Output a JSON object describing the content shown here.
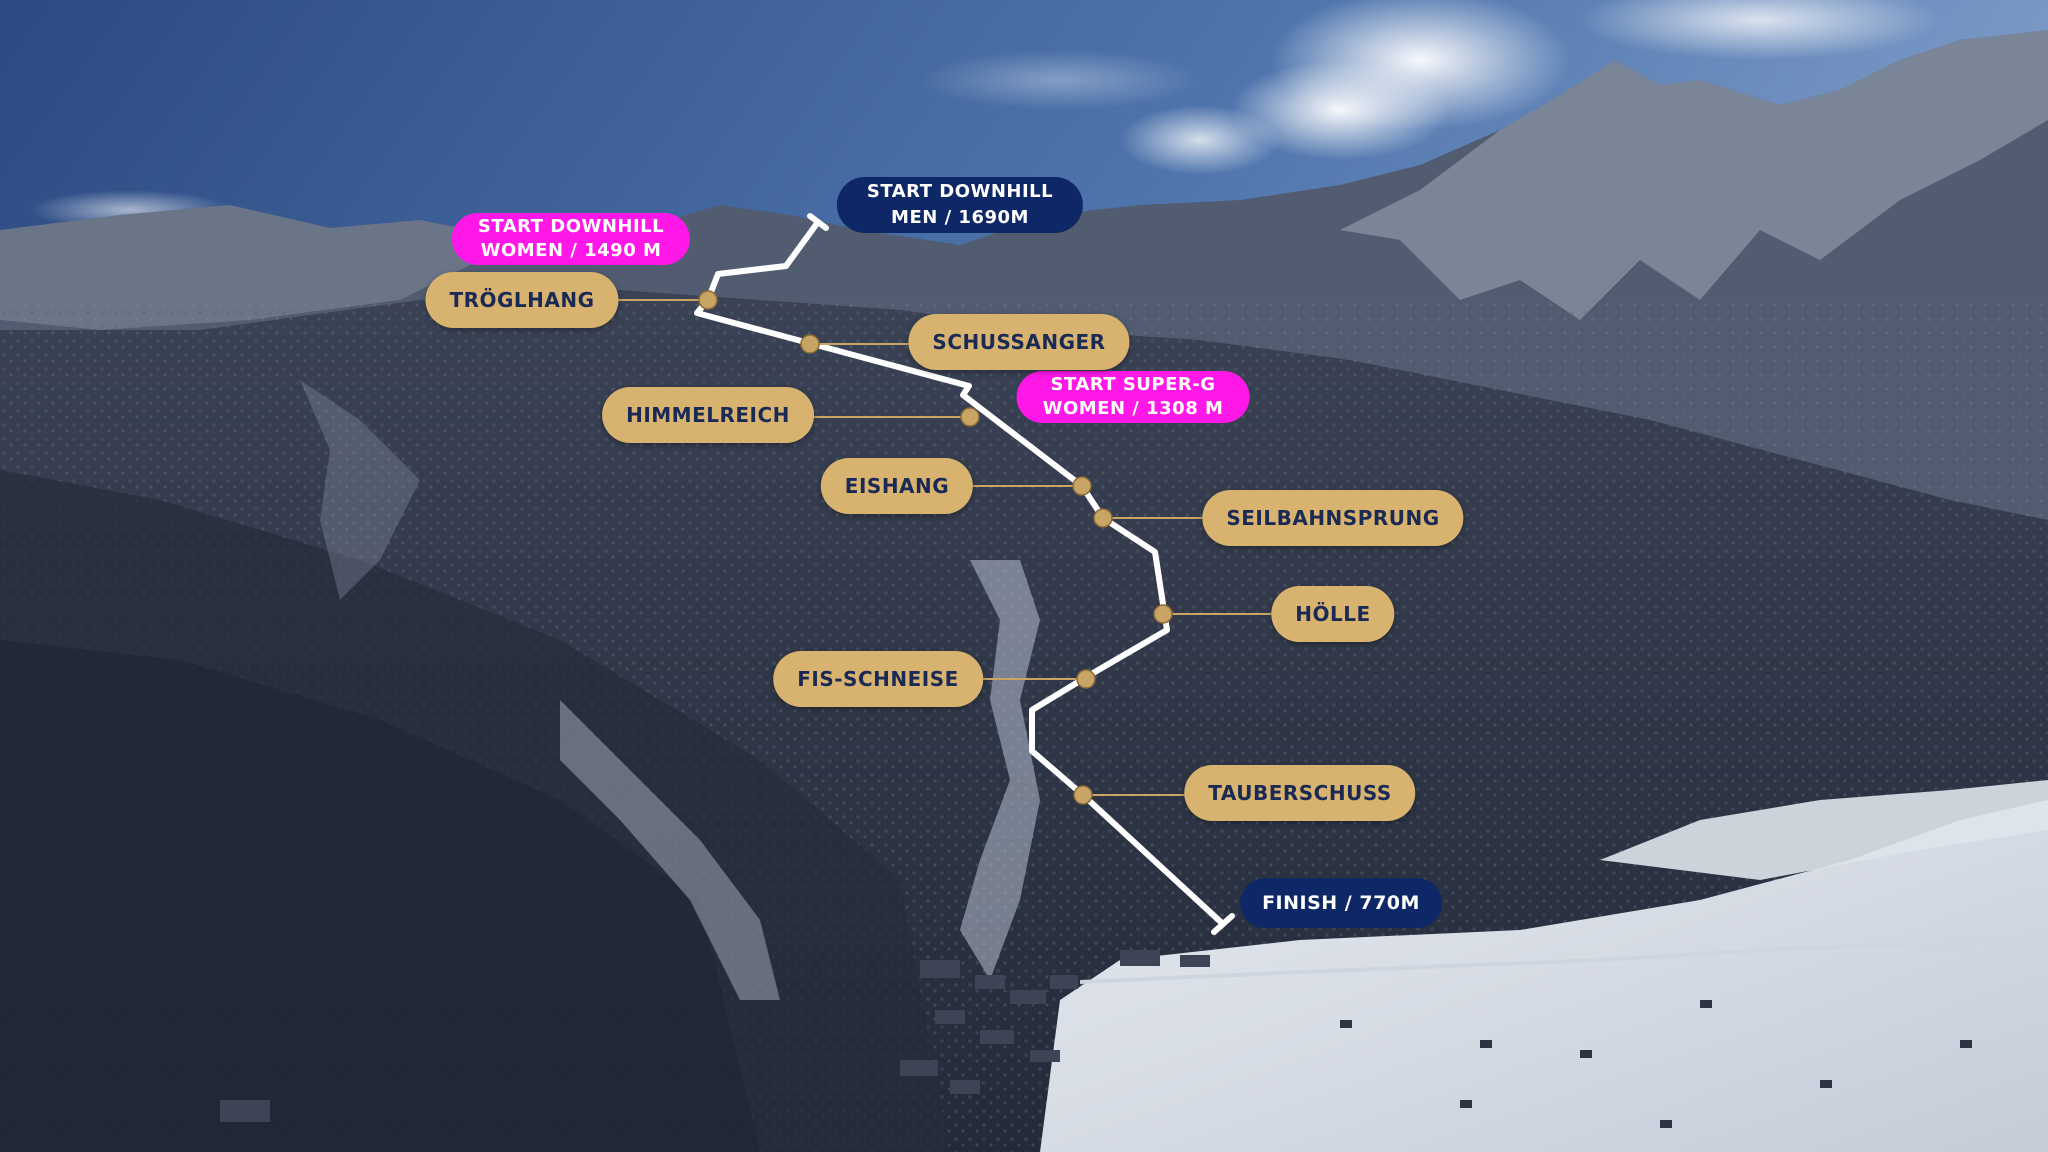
{
  "colors": {
    "sector_fill": "#d8b36f",
    "sector_text": "#1b2a55",
    "start_women": "#ff18e8",
    "start_men": "#0e2766",
    "course_line": "#ffffff"
  },
  "start_labels": {
    "downhill_men": {
      "line1": "START DOWNHILL",
      "line2": "MEN / 1690M"
    },
    "downhill_women": {
      "line1": "START DOWNHILL",
      "line2": "WOMEN / 1490 M"
    },
    "superg_women": {
      "line1": "START SUPER-G",
      "line2": "WOMEN / 1308 M"
    }
  },
  "sections": [
    {
      "id": "troeglhang",
      "label": "TRÖGLHANG"
    },
    {
      "id": "schussanger",
      "label": "SCHUSSANGER"
    },
    {
      "id": "himmelreich",
      "label": "HIMMELREICH"
    },
    {
      "id": "eishang",
      "label": "EISHANG"
    },
    {
      "id": "seilbahnsprung",
      "label": "SEILBAHNSPRUNG"
    },
    {
      "id": "hoelle",
      "label": "HÖLLE"
    },
    {
      "id": "fis-schneise",
      "label": "FIS-SCHNEISE"
    },
    {
      "id": "tauberschuss",
      "label": "TAUBERSCHUSS"
    }
  ],
  "finish": {
    "label": "FINISH / 770M"
  }
}
